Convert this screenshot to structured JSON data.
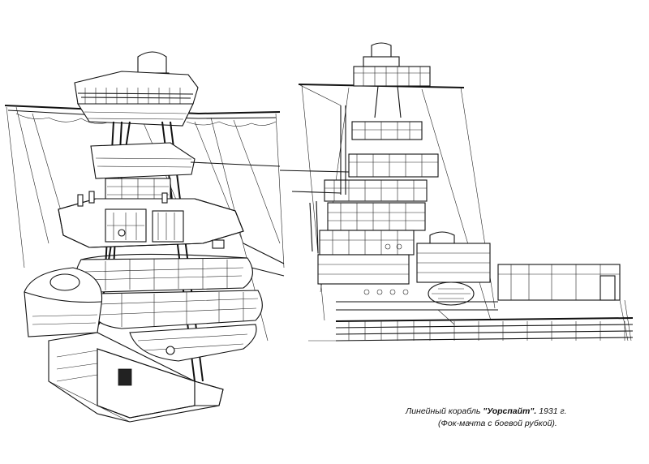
{
  "caption": {
    "line1_prefix": "Линейный корабль ",
    "ship_name": "\"Уорспайт\".",
    "line1_suffix": " 1931 г.",
    "line2": "(Фок-мачта с боевой рубкой)."
  }
}
